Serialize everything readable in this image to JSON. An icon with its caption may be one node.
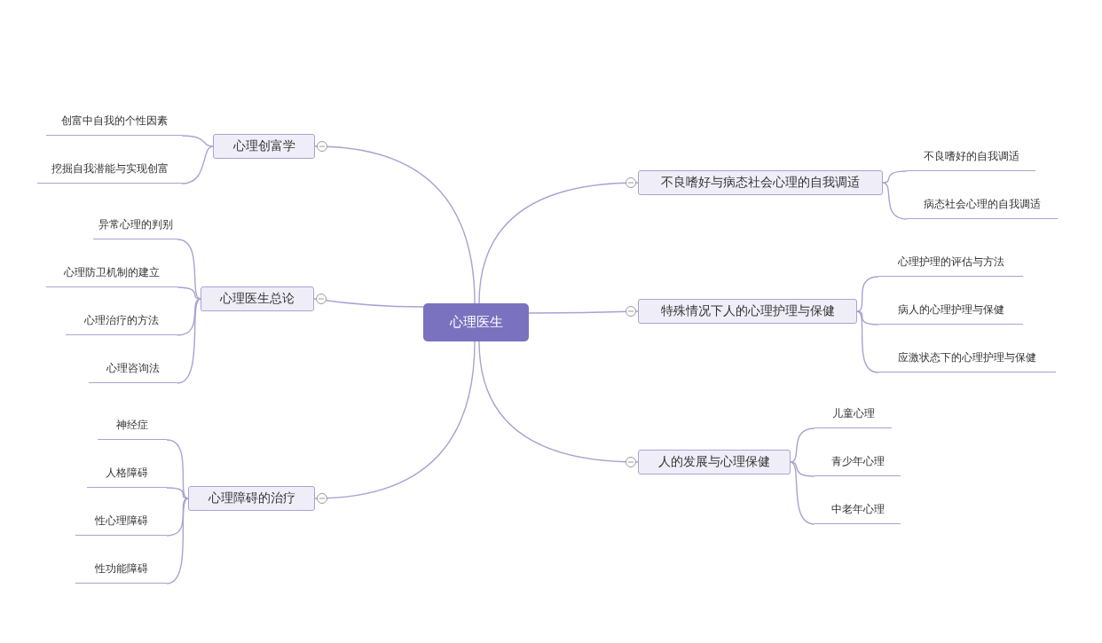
{
  "diagram": {
    "nodes": [
      {
        "text": [
          "心理医生"
        ]
      },
      {
        "text": [
          "心理创富学"
        ]
      },
      {
        "text": [
          "创富中自我的个性因素"
        ]
      },
      {
        "text": [
          "挖掘自我潜能与实现创富"
        ]
      },
      {
        "text": [
          "心理医生总论"
        ]
      },
      {
        "text": [
          "异常心理的判别"
        ]
      },
      {
        "text": [
          "心理防卫机制的建立"
        ]
      },
      {
        "text": [
          "心理治疗的方法"
        ]
      },
      {
        "text": [
          "心理咨询法"
        ]
      },
      {
        "text": [
          "心理障碍的治疗"
        ]
      },
      {
        "text": [
          "神经症"
        ]
      },
      {
        "text": [
          "人格障碍"
        ]
      },
      {
        "text": [
          "性心理障碍"
        ]
      },
      {
        "text": [
          "性功能障碍"
        ]
      },
      {
        "text": [
          "不良嗜好与病态社会心理的自我调适"
        ]
      },
      {
        "text": [
          "不良嗜好的自我调适"
        ]
      },
      {
        "text": [
          "病态社会心理的自我调适"
        ]
      },
      {
        "text": [
          "特殊情况下人的心理护理与保健"
        ]
      },
      {
        "text": [
          "心理护理的评估与方法"
        ]
      },
      {
        "text": [
          "病人的心理护理与保健"
        ]
      },
      {
        "text": [
          "应激状态下的心理护理与保健"
        ]
      },
      {
        "text": [
          "人的发展与心理保健"
        ]
      },
      {
        "text": [
          "儿童心理"
        ]
      },
      {
        "text": [
          "青少年心理"
        ]
      },
      {
        "text": [
          "中老年心理"
        ]
      }
    ],
    "edges": [
      {
        "from": 0,
        "to": 1,
        "arrow": "none"
      },
      {
        "from": 1,
        "to": 2,
        "arrow": "none"
      },
      {
        "from": 1,
        "to": 3,
        "arrow": "none"
      },
      {
        "from": 0,
        "to": 4,
        "arrow": "none"
      },
      {
        "from": 4,
        "to": 5,
        "arrow": "none"
      },
      {
        "from": 4,
        "to": 6,
        "arrow": "none"
      },
      {
        "from": 4,
        "to": 7,
        "arrow": "none"
      },
      {
        "from": 4,
        "to": 8,
        "arrow": "none"
      },
      {
        "from": 0,
        "to": 9,
        "arrow": "none"
      },
      {
        "from": 9,
        "to": 10,
        "arrow": "none"
      },
      {
        "from": 9,
        "to": 11,
        "arrow": "none"
      },
      {
        "from": 9,
        "to": 12,
        "arrow": "none"
      },
      {
        "from": 9,
        "to": 13,
        "arrow": "none"
      },
      {
        "from": 0,
        "to": 14,
        "arrow": "none"
      },
      {
        "from": 14,
        "to": 15,
        "arrow": "none"
      },
      {
        "from": 14,
        "to": 16,
        "arrow": "none"
      },
      {
        "from": 0,
        "to": 17,
        "arrow": "none"
      },
      {
        "from": 17,
        "to": 18,
        "arrow": "none"
      },
      {
        "from": 17,
        "to": 19,
        "arrow": "none"
      },
      {
        "from": 17,
        "to": 20,
        "arrow": "none"
      },
      {
        "from": 0,
        "to": 21,
        "arrow": "none"
      },
      {
        "from": 21,
        "to": 22,
        "arrow": "none"
      },
      {
        "from": 21,
        "to": 23,
        "arrow": "none"
      },
      {
        "from": 21,
        "to": 24,
        "arrow": "none"
      }
    ]
  }
}
